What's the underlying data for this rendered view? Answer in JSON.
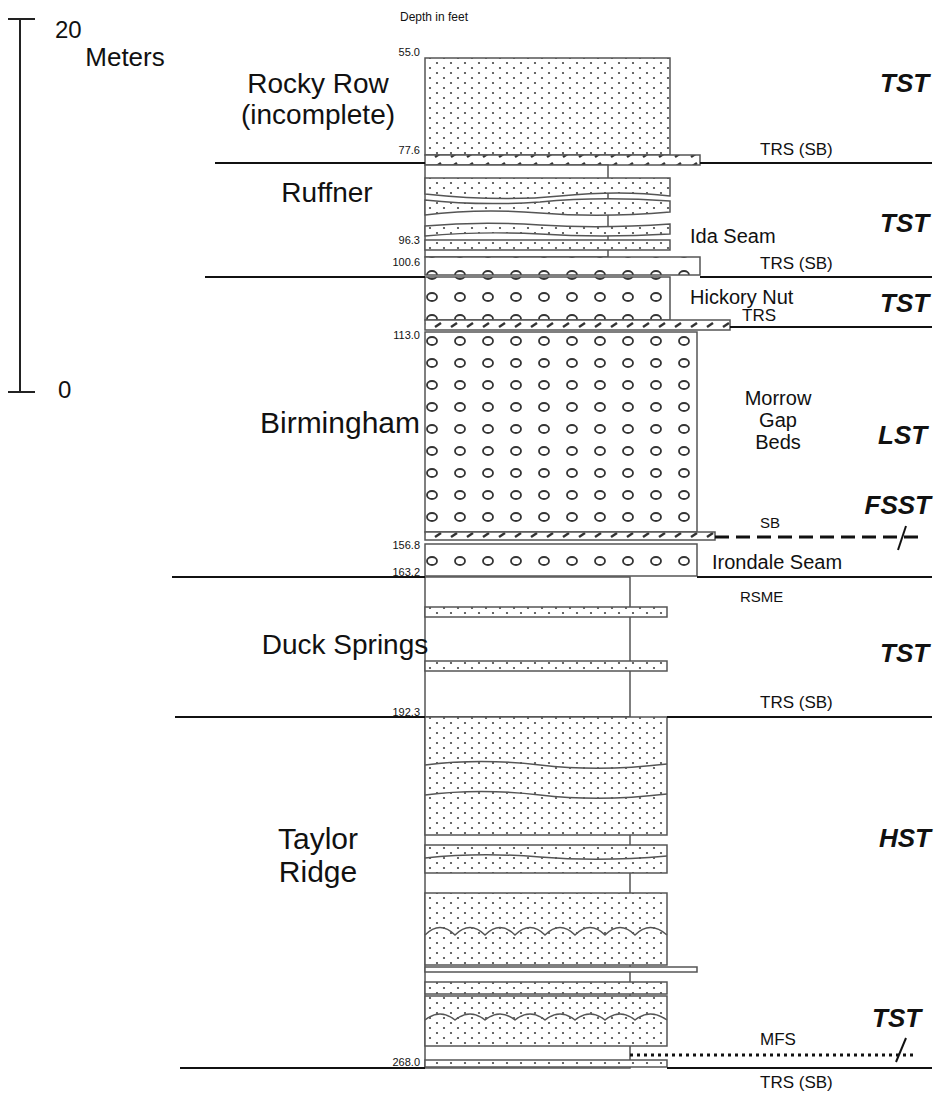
{
  "diagram": {
    "labels": [
      "Depth in feet",
      "55.0",
      "Rocky Row (incomplete)",
      "TST",
      "77.6",
      "TRS (SB)",
      "Ruffner",
      "TST",
      "Ida Seam",
      "96.3",
      "100.6",
      "TRS (SB)",
      "Hickory Nut",
      "TST",
      "TRS",
      "113.0",
      "Birmingham",
      "Morrow Gap Beds",
      "LST",
      "FSST",
      "SB",
      "156.8",
      "163.2",
      "Irondale Seam",
      "RSME",
      "Duck Springs",
      "TST",
      "192.3",
      "TRS (SB)",
      "Taylor Ridge",
      "HST",
      "TST",
      "MFS",
      "268.0",
      "TRS (SB)",
      "20",
      "Meters",
      "0"
    ]
  }
}
